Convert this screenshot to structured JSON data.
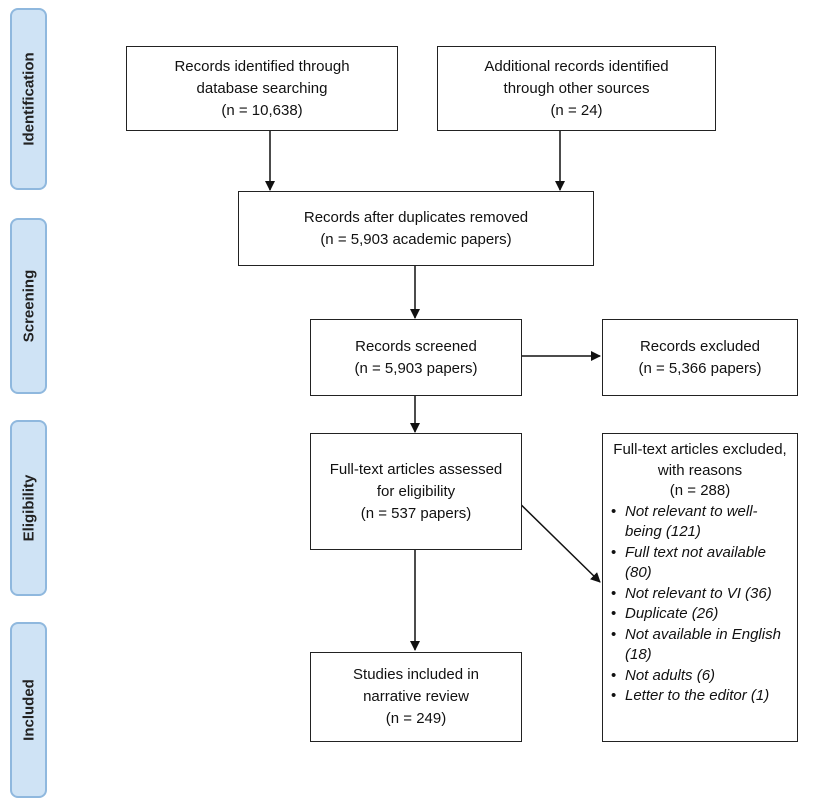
{
  "phases": {
    "identification": "Identification",
    "screening": "Screening",
    "eligibility": "Eligibility",
    "included": "Included"
  },
  "boxes": {
    "database_search": {
      "lines": [
        "Records identified through",
        "database searching",
        "(n = 10,638)"
      ]
    },
    "other_sources": {
      "lines": [
        "Additional records identified",
        "through other sources",
        "(n = 24)"
      ]
    },
    "after_duplicates": {
      "lines": [
        "Records after duplicates removed",
        "(n = 5,903 academic papers)"
      ]
    },
    "screened": {
      "lines": [
        "Records screened",
        "(n = 5,903 papers)"
      ]
    },
    "excluded": {
      "lines": [
        "Records excluded",
        "(n = 5,366 papers)"
      ]
    },
    "full_text_assessed": {
      "lines": [
        "Full-text articles assessed",
        "for eligibility",
        "(n = 537 papers)"
      ]
    },
    "full_text_excluded": {
      "lines": [
        "Full-text articles excluded,",
        "with reasons",
        "(n = 288)"
      ],
      "reasons": [
        "Not relevant to well-being (121)",
        "Full text not available (80)",
        "Not relevant to VI (36)",
        "Duplicate (26)",
        "Not available in English (18)",
        "Not adults (6)",
        "Letter to the editor (1)"
      ]
    },
    "included_studies": {
      "lines": [
        "Studies included in",
        "narrative review",
        "(n = 249)"
      ]
    }
  },
  "colors": {
    "phase_fill": "#cfe3f5",
    "phase_border": "#8fb8de",
    "box_border": "#222222"
  }
}
